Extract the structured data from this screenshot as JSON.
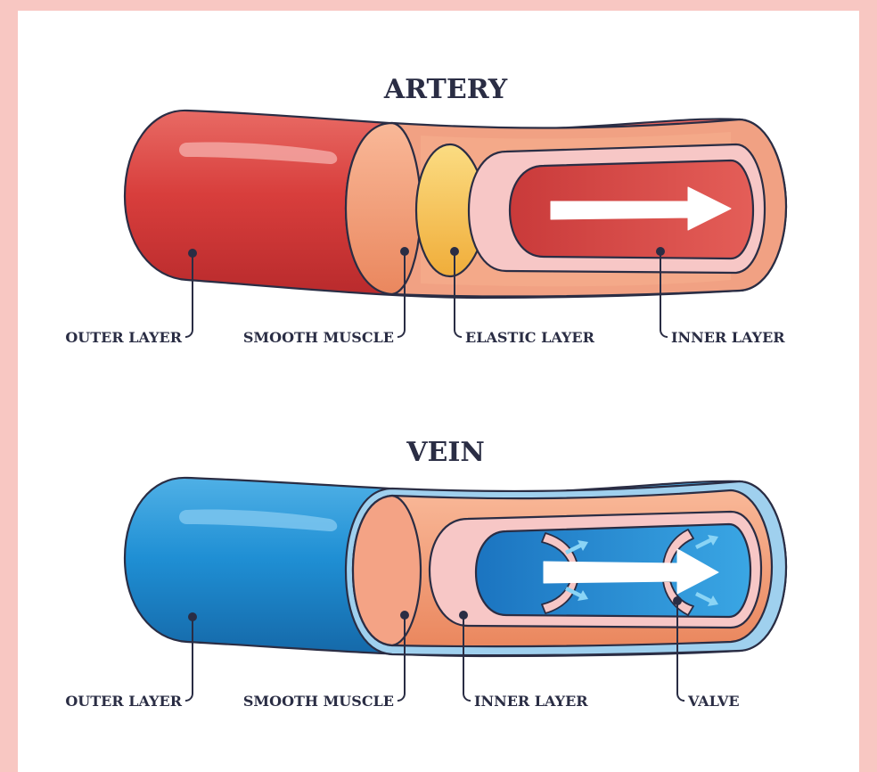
{
  "artery": {
    "title": "ARTERY",
    "labels": {
      "outer": "OUTER LAYER",
      "smooth": "SMOOTH MUSCLE",
      "elastic": "ELASTIC LAYER",
      "inner": "INNER LAYER"
    }
  },
  "vein": {
    "title": "VEIN",
    "labels": {
      "outer": "OUTER LAYER",
      "smooth": "SMOOTH MUSCLE",
      "inner": "INNER LAYER",
      "valve": "VALVE"
    }
  },
  "colors": {
    "background": "#f8c7c2",
    "artery_outer": "#d8413f",
    "smooth_muscle": "#f3a07a",
    "elastic": "#f7c85a",
    "inner_layer": "#f6c2c4",
    "artery_lumen": "#e0504c",
    "vein_outer": "#1f8fd4",
    "vein_lumen": "#2a92d6",
    "outline": "#2a2d44"
  }
}
